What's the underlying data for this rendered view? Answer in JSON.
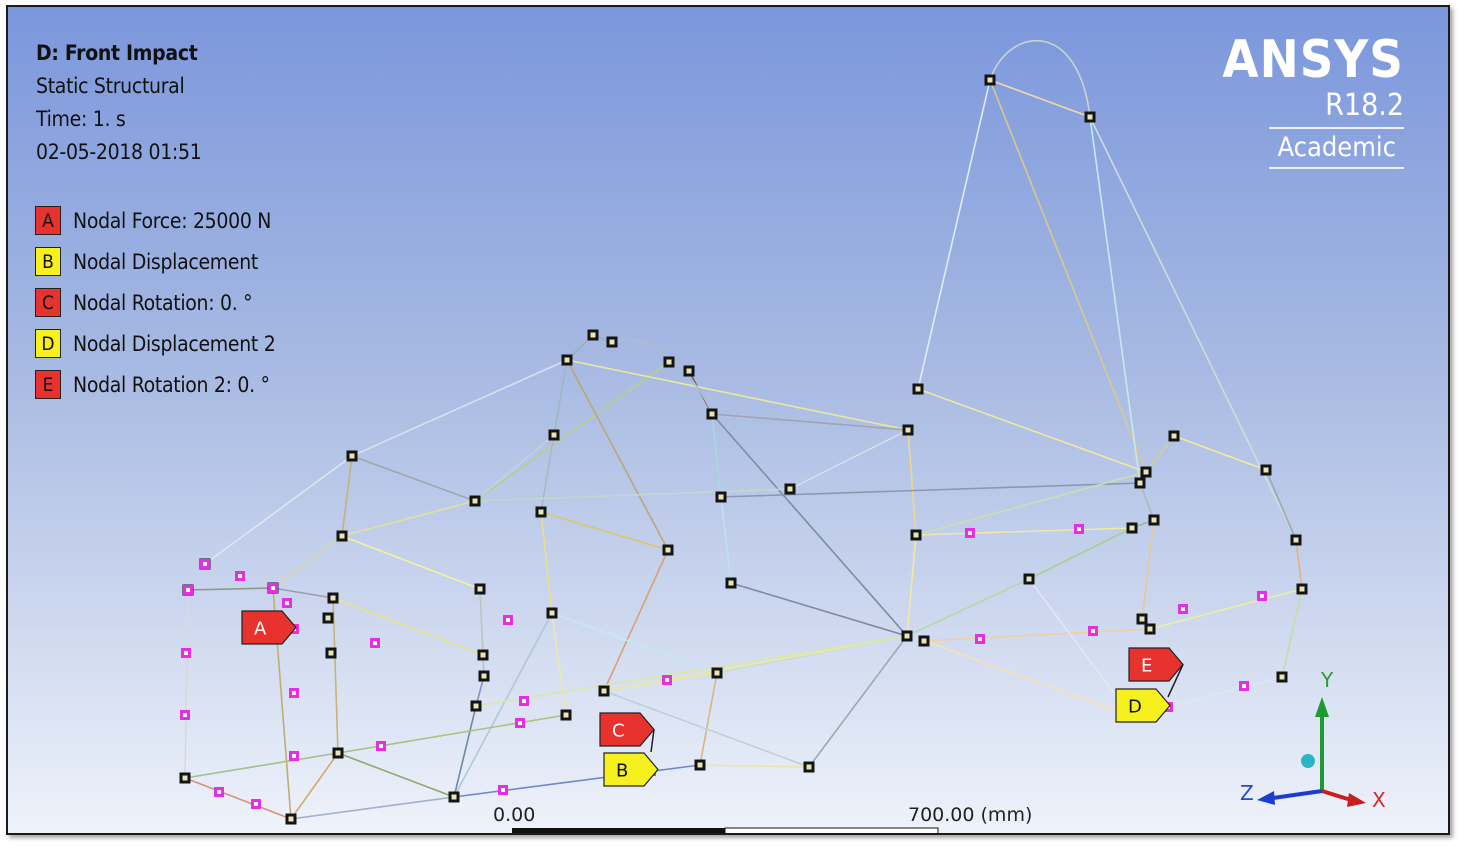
{
  "analysis": {
    "title": "D: Front Impact",
    "type": "Static Structural",
    "time": "Time: 1. s",
    "date": "02-05-2018 01:51"
  },
  "legend": [
    {
      "key": "A",
      "label": "Nodal Force: 25000 N",
      "color": "#e8322d"
    },
    {
      "key": "B",
      "label": "Nodal Displacement",
      "color": "#f6f01e"
    },
    {
      "key": "C",
      "label": "Nodal Rotation: 0. °",
      "color": "#e8322d"
    },
    {
      "key": "D",
      "label": "Nodal Displacement 2",
      "color": "#f6f01e"
    },
    {
      "key": "E",
      "label": "Nodal Rotation 2: 0. °",
      "color": "#e8322d"
    }
  ],
  "brand": {
    "name": "ANSYS",
    "version": "R18.2",
    "edition": "Academic"
  },
  "scale_bar": {
    "start": "0.00",
    "end": "700.00 (mm)"
  },
  "triad": {
    "x": "X",
    "y": "Y",
    "z": "Z"
  },
  "colors": {
    "node_fill": "#141414",
    "load_point": "#e62ee6",
    "red_tag": "#e8322d",
    "yellow_tag": "#f6f01e",
    "axis_x": "#c81e1e",
    "axis_y": "#1e9a32",
    "axis_z": "#1e3cd2"
  }
}
